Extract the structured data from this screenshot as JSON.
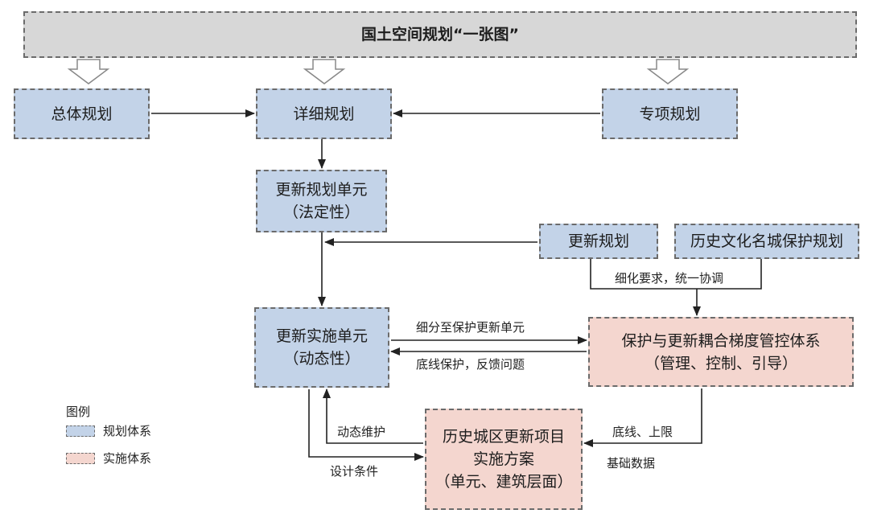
{
  "banner": "国土空间规划“一张图”",
  "nodes": {
    "overall": "总体规划",
    "detailed": "详细规划",
    "special": "专项规划",
    "update_unit": [
      "更新规划单元",
      "（法定性）"
    ],
    "update_plan": "更新规划",
    "heritage_plan": "历史文化名城保护规划",
    "impl_unit": [
      "更新实施单元",
      "（动态性）"
    ],
    "control_system": [
      "保护与更新耦合梯度管控体系",
      "（管理、控制、引导）"
    ],
    "project_plan": [
      "历史城区更新项目",
      "实施方案",
      "（单元、建筑层面）"
    ]
  },
  "edge_labels": {
    "refine": "细化要求，统一协调",
    "subdivide": "细分至保护更新单元",
    "feedback": "底线保护，反馈问题",
    "dynamic": "动态维护",
    "design": "设计条件",
    "bottomline": "底线、上限",
    "basedata": "基础数据"
  },
  "legend": {
    "title": "图例",
    "items": [
      {
        "label": "规划体系",
        "color": "#c3d3e8"
      },
      {
        "label": "实施体系",
        "color": "#f4d6cf"
      }
    ]
  },
  "colors": {
    "blue": "#c3d3e8",
    "pink": "#f4d6cf",
    "grey": "#d7d7d7",
    "line": "#222222"
  }
}
